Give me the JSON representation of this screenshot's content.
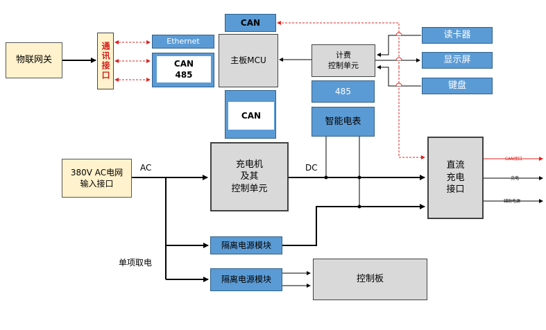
{
  "nodes": {
    "gateway": "物联网关",
    "comm_port": "通讯接口",
    "ethernet": "Ethernet",
    "can485_line1": "CAN",
    "can485_line2": "485",
    "can_top": "CAN",
    "can_mid": "CAN",
    "main_mcu": "主板MCU",
    "billing_line1": "计费",
    "billing_line2": "控制单元",
    "card_reader": "读卡器",
    "display": "显示屏",
    "keyboard": "键盘",
    "rs485": "485",
    "smart_meter": "智能电表",
    "ac_input_line1": "380V AC电网",
    "ac_input_line2": "输入接口",
    "charger_line1": "充电机",
    "charger_line2": "及其",
    "charger_line3": "控制单元",
    "dc_port_line1": "直流",
    "dc_port_line2": "充电",
    "dc_port_line3": "接口",
    "isolation1": "隔离电源模块",
    "isolation2": "隔离电源模块",
    "control_board": "控制板"
  },
  "labels": {
    "ac": "AC",
    "dc": "DC",
    "single_phase": "单项取电",
    "can_port_out": "CAN接口",
    "charge_out": "充电",
    "aux_power_out": "辅助电源"
  },
  "colors": {
    "blue_box": "#5b9bd5",
    "gray_box": "#d9d9d9",
    "yellow_box": "#fff2cc",
    "dashed_red": "#e0201c",
    "can_port_text": "#e0201c"
  }
}
